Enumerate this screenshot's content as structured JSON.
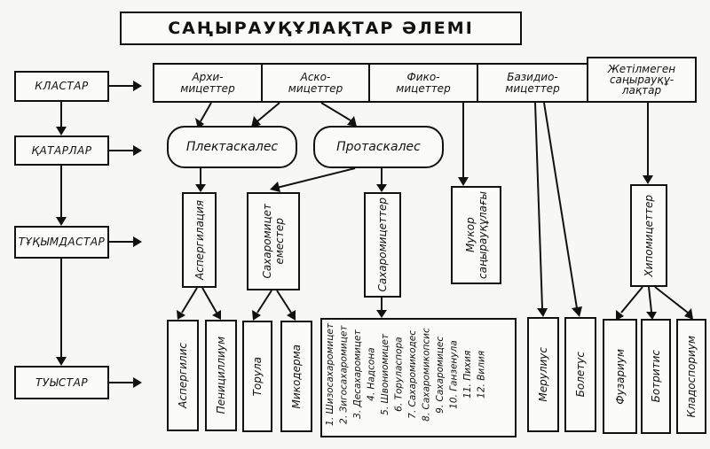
{
  "title": "САҢЫРАУҚҰЛАҚТАР ӘЛЕМІ",
  "levels": {
    "classes": "КЛАСТАР",
    "orders": "ҚАТАРЛАР",
    "families": "ТҰҚЫМДАСТАР",
    "genera": "ТУЫСТАР"
  },
  "classes": [
    "Архи-\nмицеттер",
    "Аско-\nмицеттер",
    "Фико-\nмицеттер",
    "Базидио-\nмицеттер",
    "Жетілмеген\nсаңырауқұ-\nлақтар"
  ],
  "orders": [
    "Плектаскалес",
    "Протаскалес"
  ],
  "families": [
    "Аспергилация",
    "Сахаромицет\nеместер",
    "Сахаромицеттер",
    "Мукор\nсаңырауқұлағы",
    "Хипомицеттер"
  ],
  "genera": {
    "aspergillus": "Аспергилис",
    "penicillium": "Пенициллиум",
    "torula": "Торула",
    "mycoderma": "Микодерма",
    "merulius": "Мерулиус",
    "boletus": "Болетус",
    "fusarium": "Фузариум",
    "botrytis": "Ботритис",
    "cladosporium": "Кладоспориум"
  },
  "saccharomyces_list": [
    "1. Шизосахаромицет",
    "2. Зигосахаромицет",
    "3. Десахаромицет",
    "4. Надсона",
    "5. Швониомицет",
    "6. Торуласпора",
    "7. Сахаромикодес",
    "8. Сахаромикопсис",
    "9. Сахаромицес",
    "10. Ганзенула",
    "11. Пихия",
    "12. Вилия"
  ]
}
